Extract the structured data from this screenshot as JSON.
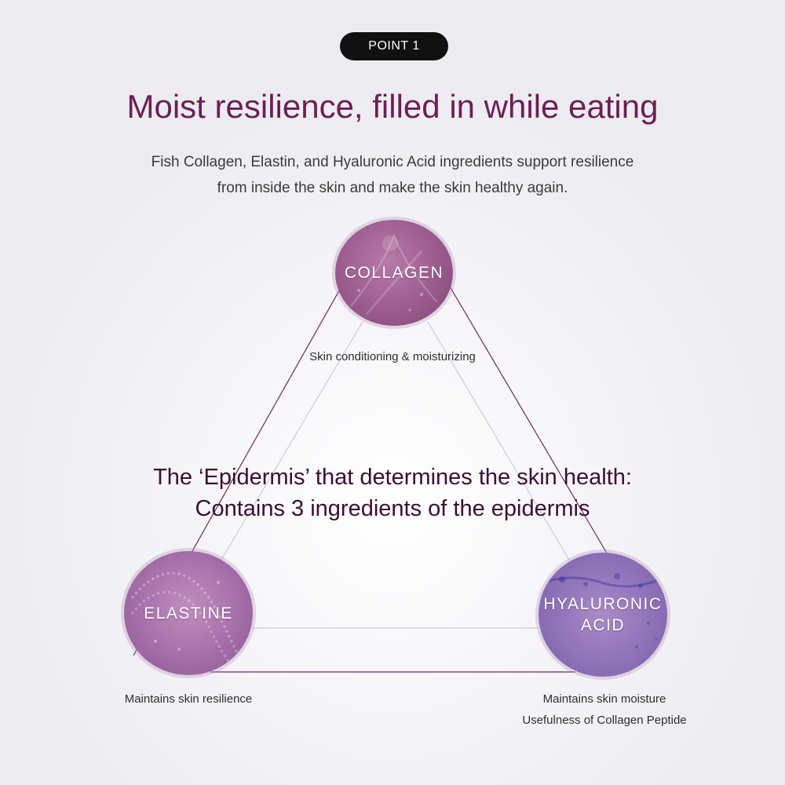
{
  "badge": {
    "label": "POINT 1"
  },
  "header": {
    "title": "Moist resilience, filled in while eating",
    "subtitle_line1": "Fish Collagen, Elastin, and Hyaluronic Acid ingredients support resilience",
    "subtitle_line2": "from inside the skin and make the skin healthy again."
  },
  "center": {
    "line1": "The ‘Epidermis’ that determines the skin health:",
    "line2": "Contains 3 ingredients of the epidermis"
  },
  "ingredients": {
    "collagen": {
      "label": "COLLAGEN",
      "caption": "Skin conditioning & moisturizing"
    },
    "elastine": {
      "label": "ELASTINE",
      "caption": "Maintains skin resilience"
    },
    "hyaluronic": {
      "label_line1": "HYALURONIC",
      "label_line2": "ACID",
      "caption_line1": "Maintains skin moisture",
      "caption_line2": "Usefulness of Collagen Peptide"
    }
  },
  "colors": {
    "title": "#6b1f55",
    "badge_bg": "#111111",
    "lines": "#6b2a5e",
    "collagen": "#9b5b8e",
    "elastine": "#a56ea8",
    "hyaluronic": "#8f72b8"
  }
}
